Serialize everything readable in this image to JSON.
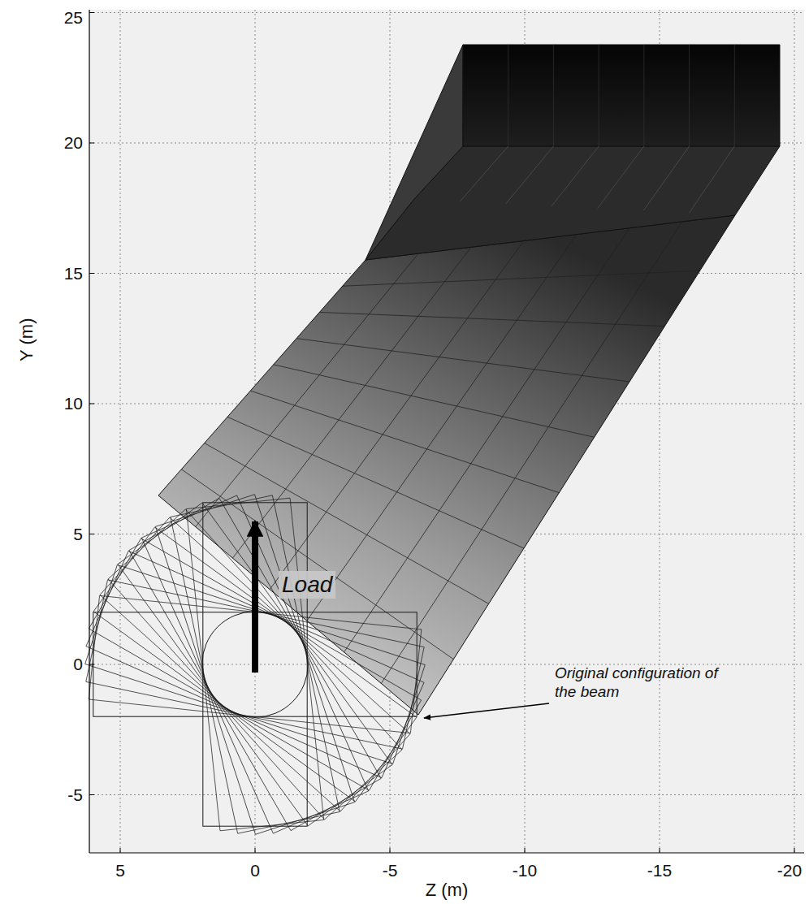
{
  "diagram": {
    "labels": [
      "25",
      "20",
      "15",
      "10",
      "5",
      "0",
      "-5",
      "Y (m)",
      "5",
      "0",
      "-5",
      "-10",
      "-15",
      "-20",
      "Z (m)",
      "Load",
      "Original configuration of the beam"
    ]
  }
}
